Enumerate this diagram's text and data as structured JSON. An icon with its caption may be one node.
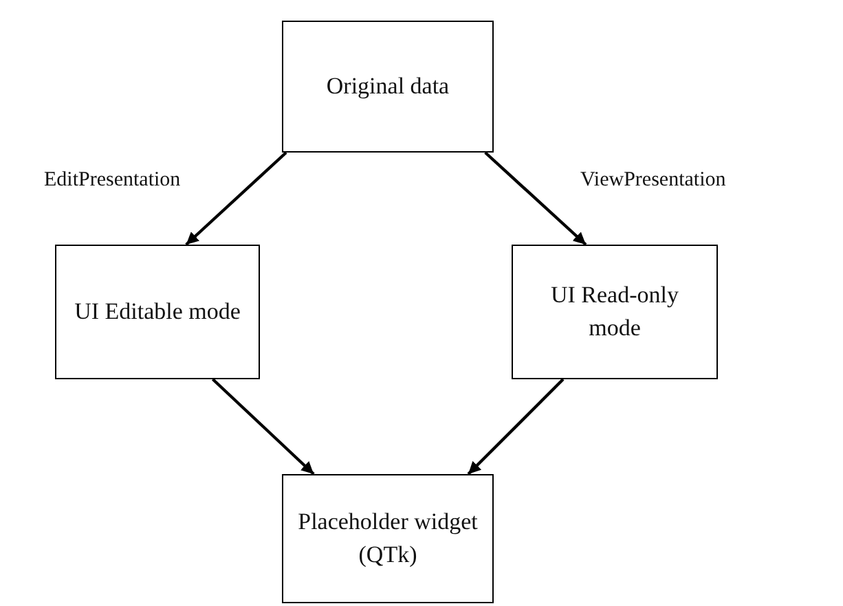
{
  "diagram": {
    "nodes": [
      {
        "text": [
          "Original data"
        ]
      },
      {
        "text": [
          "UI Editable mode"
        ]
      },
      {
        "text": [
          "UI Read-only mode"
        ]
      },
      {
        "text": [
          "Placeholder widget (QTk)"
        ]
      }
    ],
    "edges": [
      {
        "from": 0,
        "to": 1,
        "arrow": "to",
        "label": "EditPresentation"
      },
      {
        "from": 0,
        "to": 2,
        "arrow": "to",
        "label": "ViewPresentation"
      },
      {
        "from": 1,
        "to": 3,
        "arrow": "to"
      },
      {
        "from": 2,
        "to": 3,
        "arrow": "to"
      }
    ]
  }
}
